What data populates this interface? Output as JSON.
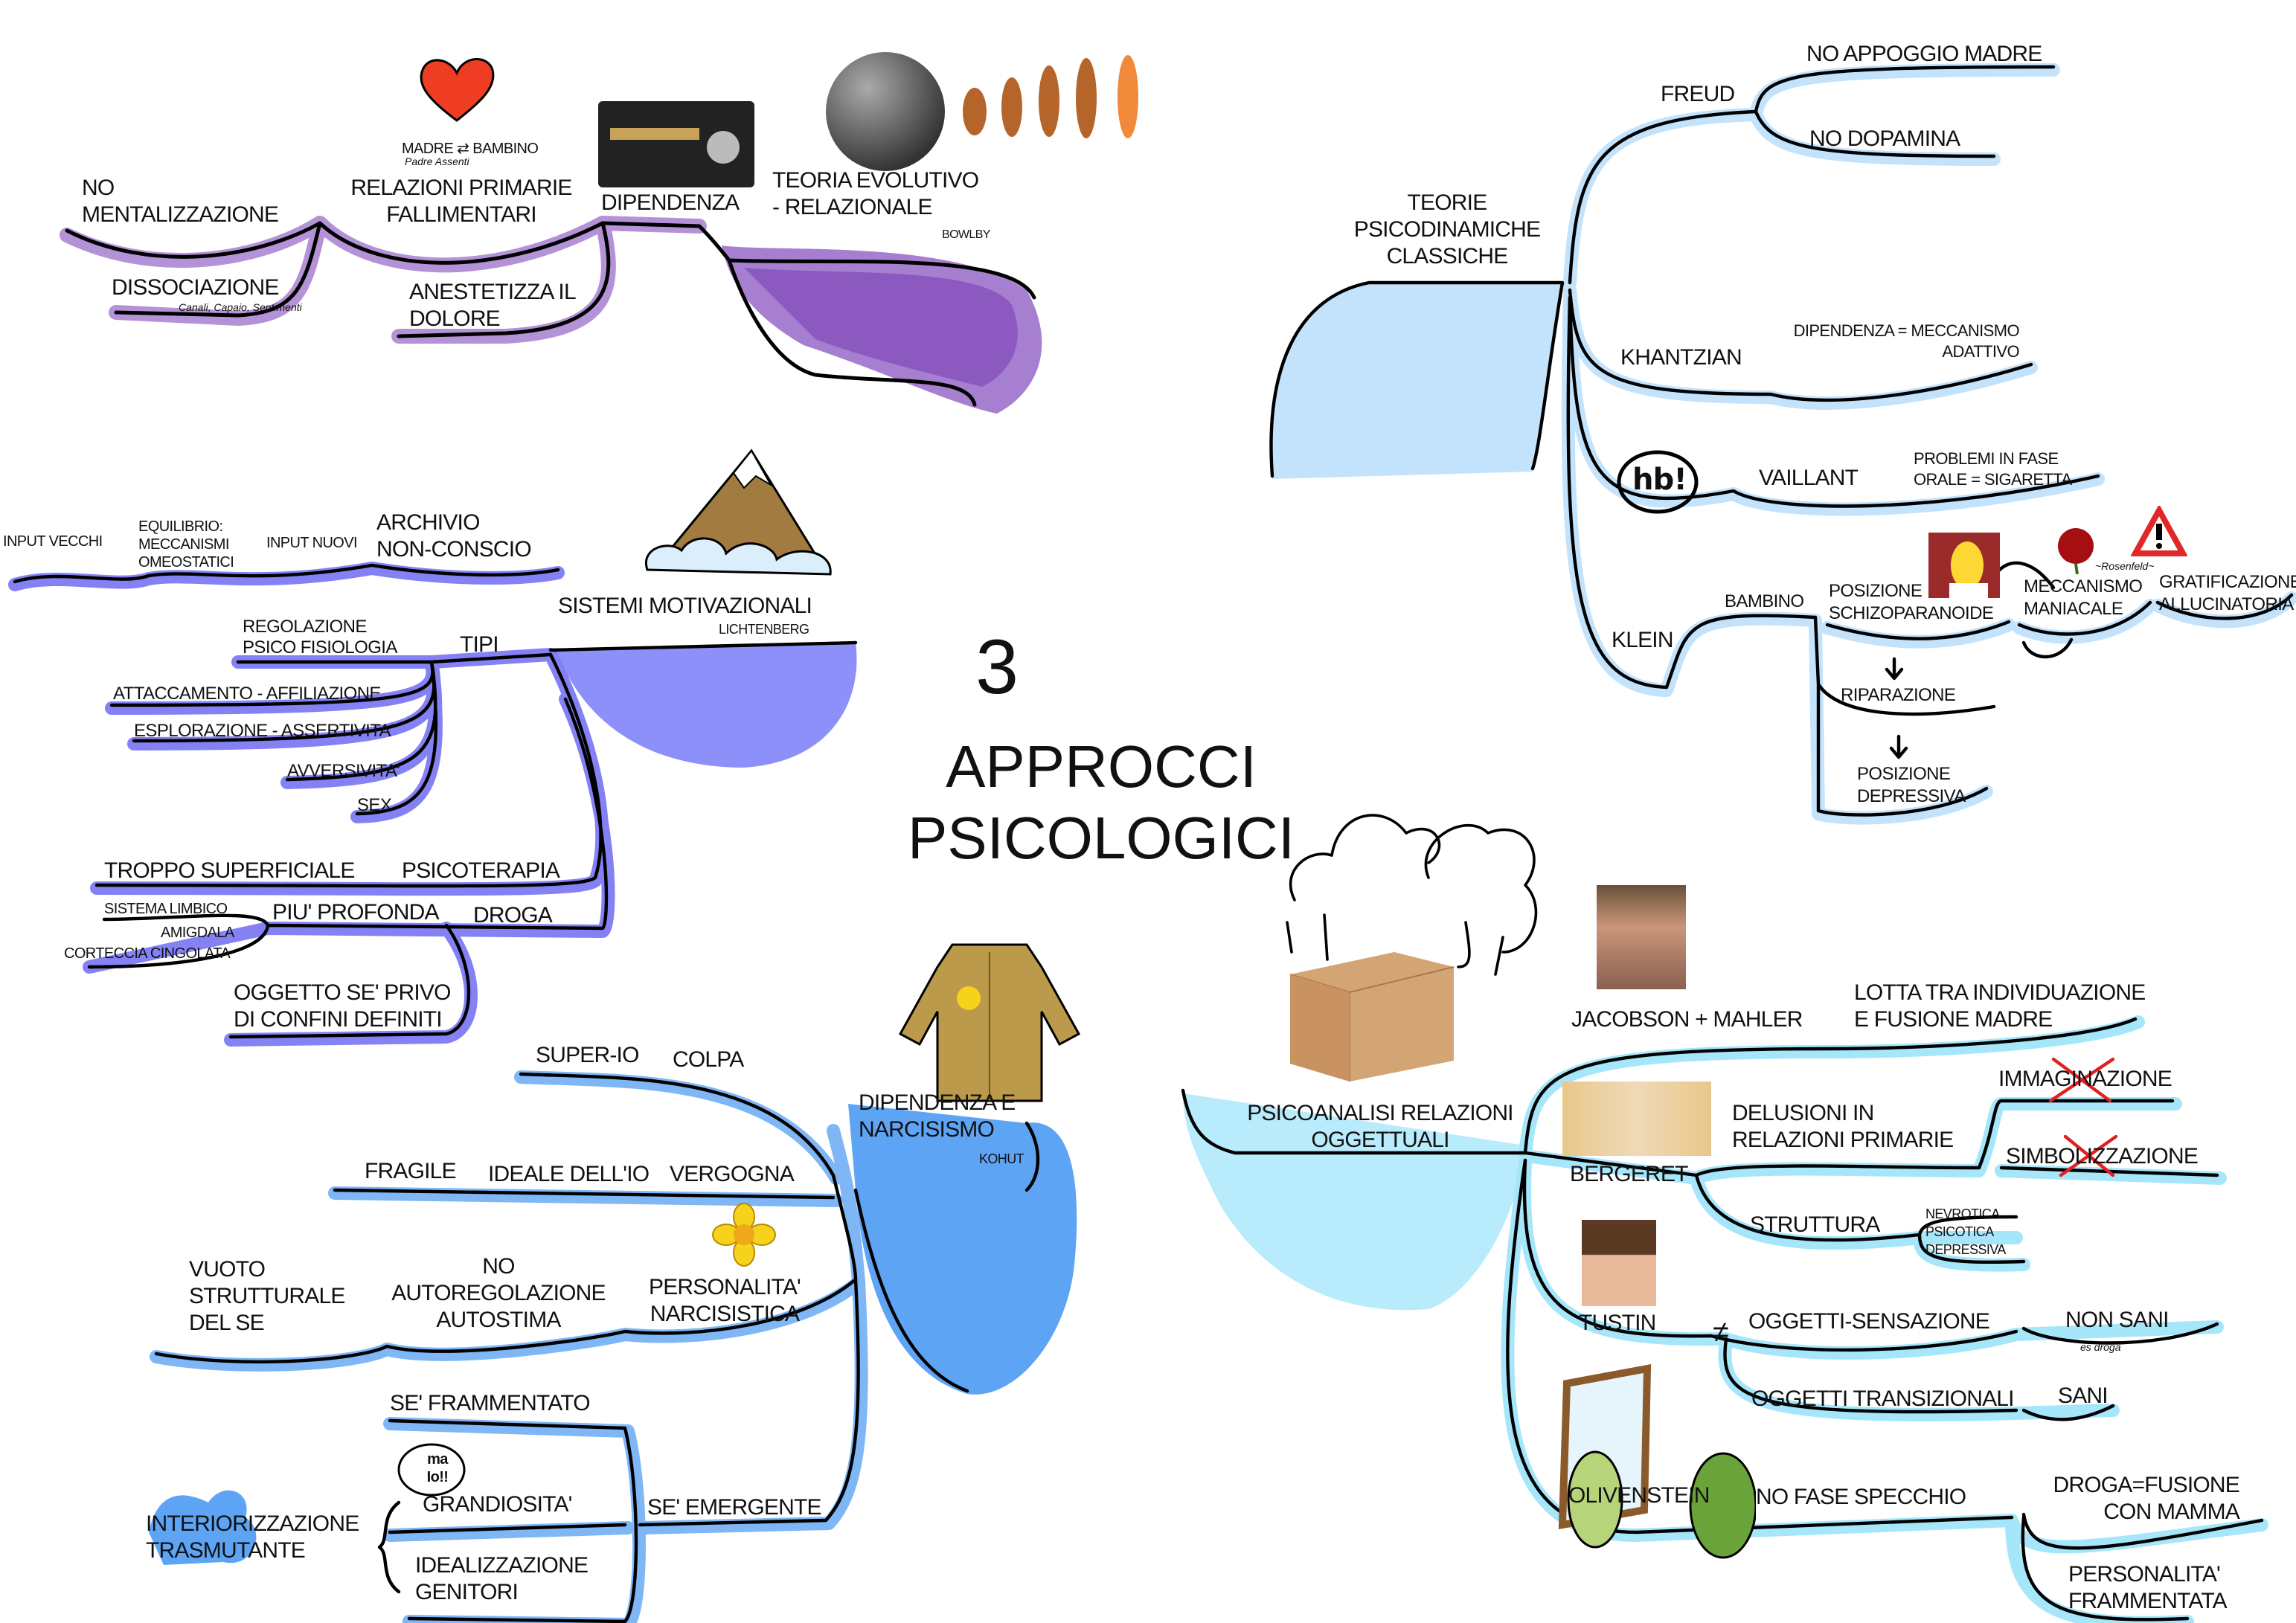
{
  "title": {
    "number": "3",
    "text": "APPROCCI\nPSICOLOGICI"
  },
  "colors": {
    "purple": "#a77fd0",
    "purple_dark": "#7a3fb5",
    "indigo": "#6f6cf2",
    "indigo_fill": "#8c90f8",
    "blue": "#5ea4f4",
    "pale_blue": "#c3e2fb",
    "cyan": "#a6e6fa"
  },
  "purple_branch": {
    "no_mentalizzazione": "NO\nMENTALIZZAZIONE",
    "relazioni_primarie": "RELAZIONI PRIMARIE\nFALLIMENTARI",
    "madre_bambino": "MADRE ⇄ BAMBINO",
    "padre_assenti": "Padre Assenti",
    "dipendenza": "DIPENDENZA",
    "teoria_evolutivo": "TEORIA EVOLUTIVO\n- RELAZIONALE",
    "bowlby": "BOWLBY",
    "dissociazione": "DISSOCIAZIONE",
    "dissociazione_note": "Canali, Capaio, Sentimenti",
    "anestetizza": "ANESTETIZZA IL\nDOLORE"
  },
  "indigo_branch": {
    "archivio": "ARCHIVIO\nNON-CONSCIO",
    "input_vecchi": "INPUT VECCHI",
    "equilibrio": "EQUILIBRIO:\nMECCANISMI\nOMEOSTATICI",
    "input_nuovi": "INPUT NUOVI",
    "sistemi_motivazionali": "SISTEMI MOTIVAZIONALI",
    "lichtenberg": "LICHTENBERG",
    "tipi": "TIPI",
    "tipi_items": [
      "REGOLAZIONE\nPSICO FISIOLOGIA",
      "ATTACCAMENTO - AFFILIAZIONE",
      "ESPLORAZIONE - ASSERTIVITA'",
      "AVVERSIVITA'",
      "SEX"
    ],
    "troppo_superficiale": "TROPPO SUPERFICIALE",
    "psicoterapia": "PSICOTERAPIA",
    "piu_profonda": "PIU' PROFONDA",
    "droga": "DROGA",
    "sistema_limbico": "SISTEMA LIMBICO",
    "amigdala": "AMIGDALA",
    "corteccia": "CORTECCIA CINGOLATA",
    "oggetto_se": "OGGETTO SE' PRIVO\nDI CONFINI DEFINITI"
  },
  "blue_branch": {
    "super_io": "SUPER-IO",
    "colpa": "COLPA",
    "dipendenza_narcisismo": "DIPENDENZA E\nNARCISISMO",
    "kohut": "KOHUT",
    "fragile": "FRAGILE",
    "ideale_io": "IDEALE DELL'IO",
    "vergogna": "VERGOGNA",
    "vuoto": "VUOTO\nSTRUTTURALE\nDEL SE",
    "no_autoregolazione": "NO\nAUTOREGOLAZIONE\nAUTOSTIMA",
    "personalita_narcisistica": "PERSONALITA'\nNARCISISTICA",
    "se_frammentato": "SE' FRAMMENTATO",
    "ma_io": "ma\nIo!!",
    "grandiosita": "GRANDIOSITA'",
    "se_emergente": "SE' EMERGENTE",
    "interiorizzazione": "INTERIORIZZAZIONE\nTRASMUTANTE",
    "idealizzazione": "IDEALIZZAZIONE\nGENITORI"
  },
  "classic_branch": {
    "teorie": "TEORIE\nPSICODINAMICHE\nCLASSICHE",
    "freud": "FREUD",
    "no_appoggio": "NO APPOGGIO MADRE",
    "no_dopamina": "NO DOPAMINA",
    "khantzian": "KHANTZIAN",
    "dipendenza_meccanismo": "DIPENDENZA = MECCANISMO\nADATTIVO",
    "hb": "hb!",
    "vaillant": "VAILLANT",
    "problemi_fase_orale": "PROBLEMI IN FASE\nORALE = SIGARETTA",
    "klein": "KLEIN",
    "bambino": "BAMBINO",
    "posizione_schizo": "POSIZIONE\nSCHIZOPARANOIDE",
    "meccanismo_maniacale": "MECCANISMO\nMANIACALE",
    "rosenfeld": "~Rosenfeld~",
    "gratificazione": "GRATIFICAZIONE\nALLUCINATORIA",
    "riparazione": "RIPARAZIONE",
    "posizione_depressiva": "POSIZIONE\nDEPRESSIVA"
  },
  "object_branch": {
    "psicoanalisi": "PSICOANALISI RELAZIONI\nOGGETTUALI",
    "jacobson": "JACOBSON + MAHLER",
    "lotta": "LOTTA TRA INDIVIDUAZIONE\nE FUSIONE MADRE",
    "bergeret": "BERGERET",
    "delusioni": "DELUSIONI IN\nRELAZIONI PRIMARIE",
    "immaginazione": "IMMAGINAZIONE",
    "simbolizzazione": "SIMBOLIZZAZIONE",
    "struttura": "STRUTTURA",
    "strutture": [
      "NEVROTICA",
      "PSICOTICA",
      "DEPRESSIVA"
    ],
    "tustin": "TUSTIN",
    "not_equal": "≠",
    "oggetti_sensazione": "OGGETTI-SENSAZIONE",
    "non_sani": "NON SANI",
    "es_droga": "es droga",
    "oggetti_transizionali": "OGGETTI TRANSIZIONALI",
    "sani": "SANI",
    "olivenstein": "OLIVENSTEIN",
    "no_fase_specchio": "NO FASE SPECCHIO",
    "droga_fusione": "DROGA=FUSIONE\nCON MAMMA",
    "personalita_frammentata": "PERSONALITA'\nFRAMMENTATA"
  },
  "icons": [
    "heart",
    "radio",
    "bowling-ball",
    "evolution",
    "mountain",
    "cloud",
    "coat",
    "daffodil",
    "cardboard-box",
    "thought-clouds",
    "homer",
    "rose",
    "warning",
    "portrait",
    "mirror",
    "olive"
  ]
}
